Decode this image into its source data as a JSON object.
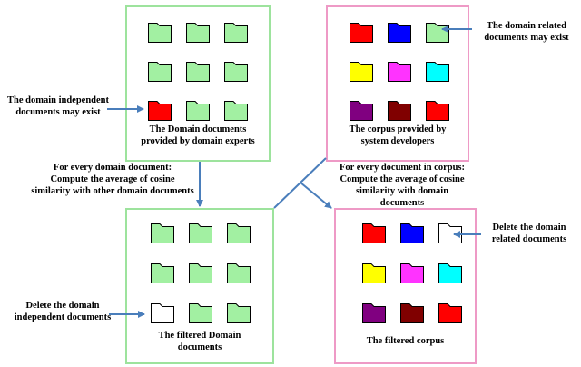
{
  "panels": {
    "domain": {
      "caption": [
        "The Domain documents",
        "provided by domain experts"
      ],
      "folders": [
        "#a2f0a2",
        "#a2f0a2",
        "#a2f0a2",
        "#a2f0a2",
        "#a2f0a2",
        "#a2f0a2",
        "#ff0000",
        "#a2f0a2",
        "#a2f0a2"
      ]
    },
    "corpus": {
      "caption": [
        "The corpus provided by",
        "system developers"
      ],
      "folders": [
        "#ff0000",
        "#0000ff",
        "#a2f0a2",
        "#ffff00",
        "#ff33ff",
        "#00ffff",
        "#800080",
        "#800000",
        "#ff0000"
      ]
    },
    "filtered_domain": {
      "caption": [
        "The filtered Domain",
        "documents"
      ],
      "folders": [
        "#a2f0a2",
        "#a2f0a2",
        "#a2f0a2",
        "#a2f0a2",
        "#a2f0a2",
        "#a2f0a2",
        "#ffffff",
        "#a2f0a2",
        "#a2f0a2"
      ]
    },
    "filtered_corpus": {
      "caption": [
        "The filtered corpus"
      ],
      "folders": [
        "#ff0000",
        "#0000ff",
        "#ffffff",
        "#ffff00",
        "#ff33ff",
        "#00ffff",
        "#800080",
        "#800000",
        "#ff0000"
      ]
    }
  },
  "notes": {
    "domain_independent": [
      "The domain independent",
      "documents may exist"
    ],
    "domain_related": [
      "The domain related",
      "documents may exist"
    ],
    "filter_domain": [
      "For every domain document:",
      "Compute the average of cosine",
      "similarity with other domain documents"
    ],
    "filter_corpus": [
      "For every document in corpus:",
      "Compute the average of cosine",
      "similarity with domain",
      "documents"
    ],
    "delete_independent": [
      "Delete the domain",
      "independent documents"
    ],
    "delete_related": [
      "Delete the domain",
      "related documents"
    ]
  },
  "colors": {
    "arrow": "#4a7ebb",
    "domain_border": "#9de39d",
    "corpus_border": "#ee9ac6",
    "folder_outline": "#000000"
  },
  "icons": {
    "folder": "folder-icon",
    "arrow": "arrow-icon"
  }
}
